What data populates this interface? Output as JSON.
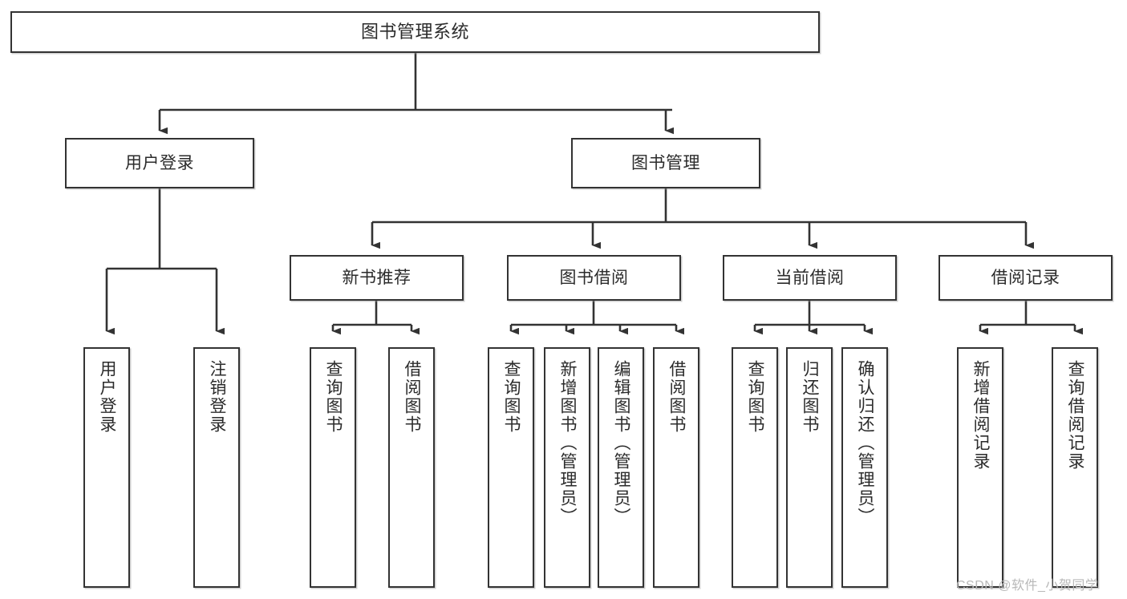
{
  "diagram": {
    "title": "图书管理系统",
    "type": "tree-hierarchy",
    "root": {
      "label": "图书管理系统"
    },
    "level2": [
      {
        "label": "用户登录"
      },
      {
        "label": "图书管理"
      }
    ],
    "level3": [
      {
        "label": "新书推荐"
      },
      {
        "label": "图书借阅"
      },
      {
        "label": "当前借阅"
      },
      {
        "label": "借阅记录"
      }
    ],
    "leaves": {
      "user_login": [
        {
          "label": "用户登录"
        },
        {
          "label": "注销登录"
        }
      ],
      "new_book_recommend": [
        {
          "label": "查询图书"
        },
        {
          "label": "借阅图书"
        }
      ],
      "book_borrow": [
        {
          "label": "查询图书"
        },
        {
          "label": "新增图书（管理员）"
        },
        {
          "label": "编辑图书（管理员）"
        },
        {
          "label": "借阅图书"
        }
      ],
      "current_borrow": [
        {
          "label": "查询图书"
        },
        {
          "label": "归还图书"
        },
        {
          "label": "确认归还（管理员）"
        }
      ],
      "borrow_record": [
        {
          "label": "新增借阅记录"
        },
        {
          "label": "查询借阅记录"
        }
      ]
    }
  },
  "watermark": {
    "text": "CSDN @软件_小贺同学"
  },
  "colors": {
    "border": "#333333",
    "text": "#2b2b2b",
    "background": "#ffffff",
    "watermark": "#b8b8b8"
  }
}
